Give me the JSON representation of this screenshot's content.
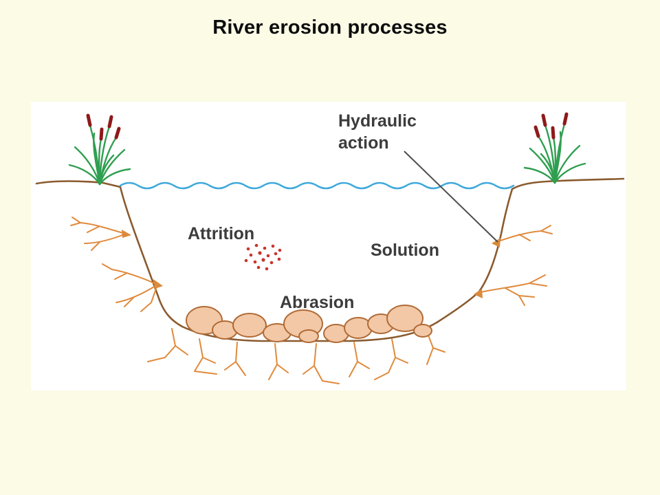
{
  "page": {
    "title": "River erosion processes",
    "background_color": "#fbfbe6",
    "panel_color": "#ffffff"
  },
  "diagram": {
    "labels": {
      "hydraulic_line1": "Hydraulic",
      "hydraulic_line2": "action",
      "attrition": "Attrition",
      "solution": "Solution",
      "abrasion": "Abrasion"
    },
    "colors": {
      "water": "#3fa9dc",
      "bank_outline": "#8a5a2e",
      "crack_orange": "#e08a3c",
      "rock_fill": "#f2c8a6",
      "rock_outline": "#b06a35",
      "reed_green": "#2e9e4f",
      "cattail_red": "#8e1a1a",
      "particle_red": "#c9342c",
      "label_text": "#3c3c3c"
    }
  }
}
